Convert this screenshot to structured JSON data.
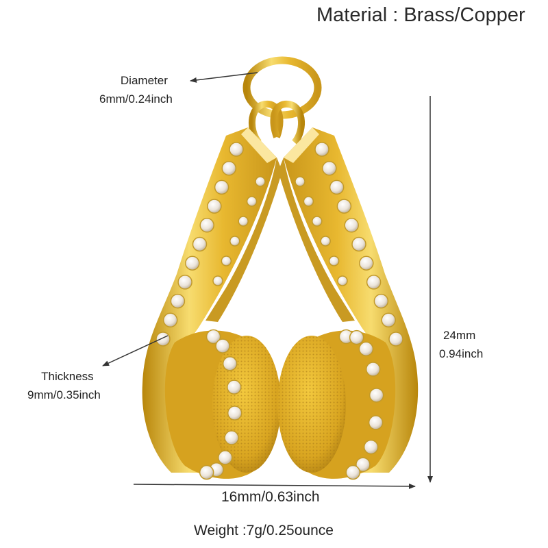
{
  "title": "Material : Brass/Copper",
  "annotations": {
    "diameter": {
      "label": "Diameter",
      "value": "6mm/0.24inch"
    },
    "thickness": {
      "label": "Thickness",
      "value": "9mm/0.35inch"
    },
    "height": {
      "label": "24mm",
      "value": "0.94inch"
    },
    "width": {
      "value": "16mm/0.63inch"
    },
    "weight": {
      "value": "Weight :7g/0.25ounce"
    }
  },
  "colors": {
    "gold_light": "#f7dc6f",
    "gold": "#e8b830",
    "gold_dark": "#b8860b",
    "stone": "#f2eee8",
    "arrow": "#333333"
  },
  "product": "headphone-pendant-icon"
}
